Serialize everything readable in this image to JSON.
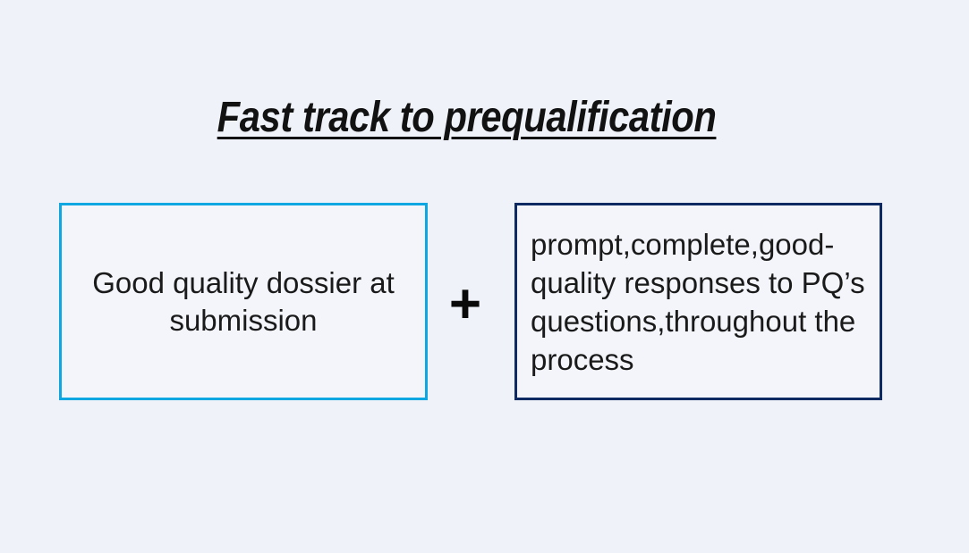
{
  "page": {
    "background_color": "#eff2f8"
  },
  "title": {
    "text": "Fast track to prequalification",
    "color": "#121212",
    "style": "bold italic underlined"
  },
  "diagram": {
    "operator": "+",
    "left_box": {
      "border_color": "#0fa7e2",
      "text": "Good quality dossier at submission",
      "lines": [
        "Good quality dossier at",
        "submission"
      ]
    },
    "right_box": {
      "border_color": "#0d2a63",
      "text": "prompt,complete,good-quality responses to PQ’s questions,throughout the process",
      "lines": [
        "prompt,complete,good-",
        "quality responses to PQ’s",
        "questions,throughout the",
        "process"
      ]
    }
  }
}
